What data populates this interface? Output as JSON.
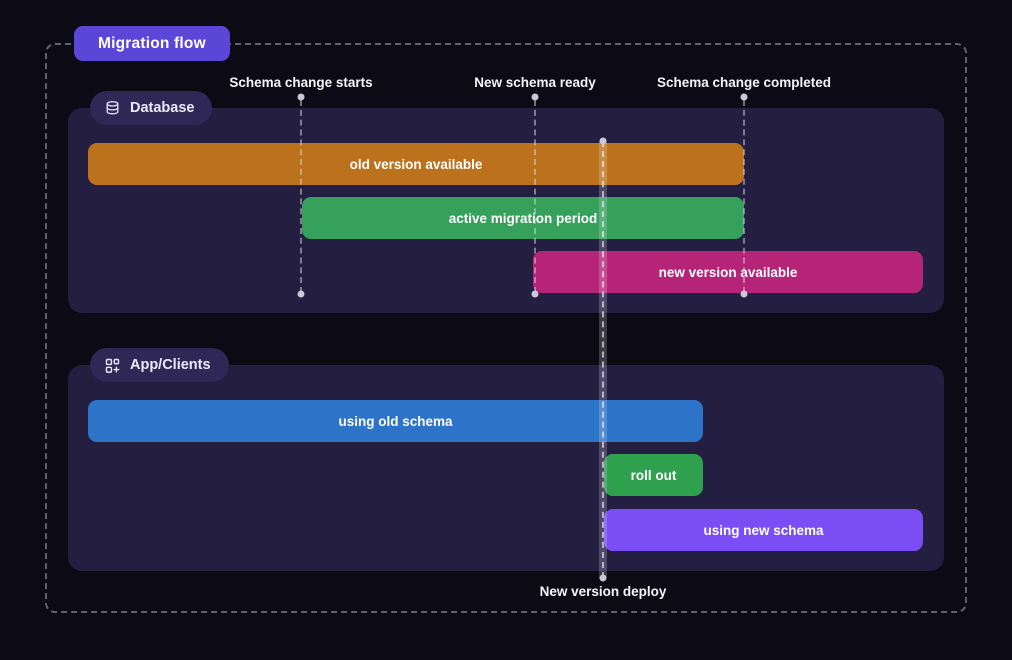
{
  "title": "Migration flow",
  "timeline": {
    "markers": [
      {
        "label": "Schema change starts"
      },
      {
        "label": "New schema ready"
      },
      {
        "label": "Schema change completed"
      }
    ],
    "deploy": {
      "label": "New version deploy"
    }
  },
  "sections": [
    {
      "label": "Database",
      "icon": "database-icon",
      "bars": [
        {
          "label": "old version available",
          "color": "#bc721c"
        },
        {
          "label": "active migration period",
          "color": "#35a15b"
        },
        {
          "label": "new version available",
          "color": "#b62478"
        }
      ]
    },
    {
      "label": "App/Clients",
      "icon": "apps-grid-plus-icon",
      "bars": [
        {
          "label": "using old schema",
          "color": "#2d73c8"
        },
        {
          "label": "roll out",
          "color": "#2fa04e"
        },
        {
          "label": "using new schema",
          "color": "#7b4ef5"
        }
      ]
    }
  ],
  "colors": {
    "background": "#0c0a15",
    "panel": "#241e40",
    "title_badge": "#5b46d8",
    "section_badge": "#2f2857",
    "frame_dash": "#a8a8b6",
    "marker_dot": "#c9c8d6"
  }
}
